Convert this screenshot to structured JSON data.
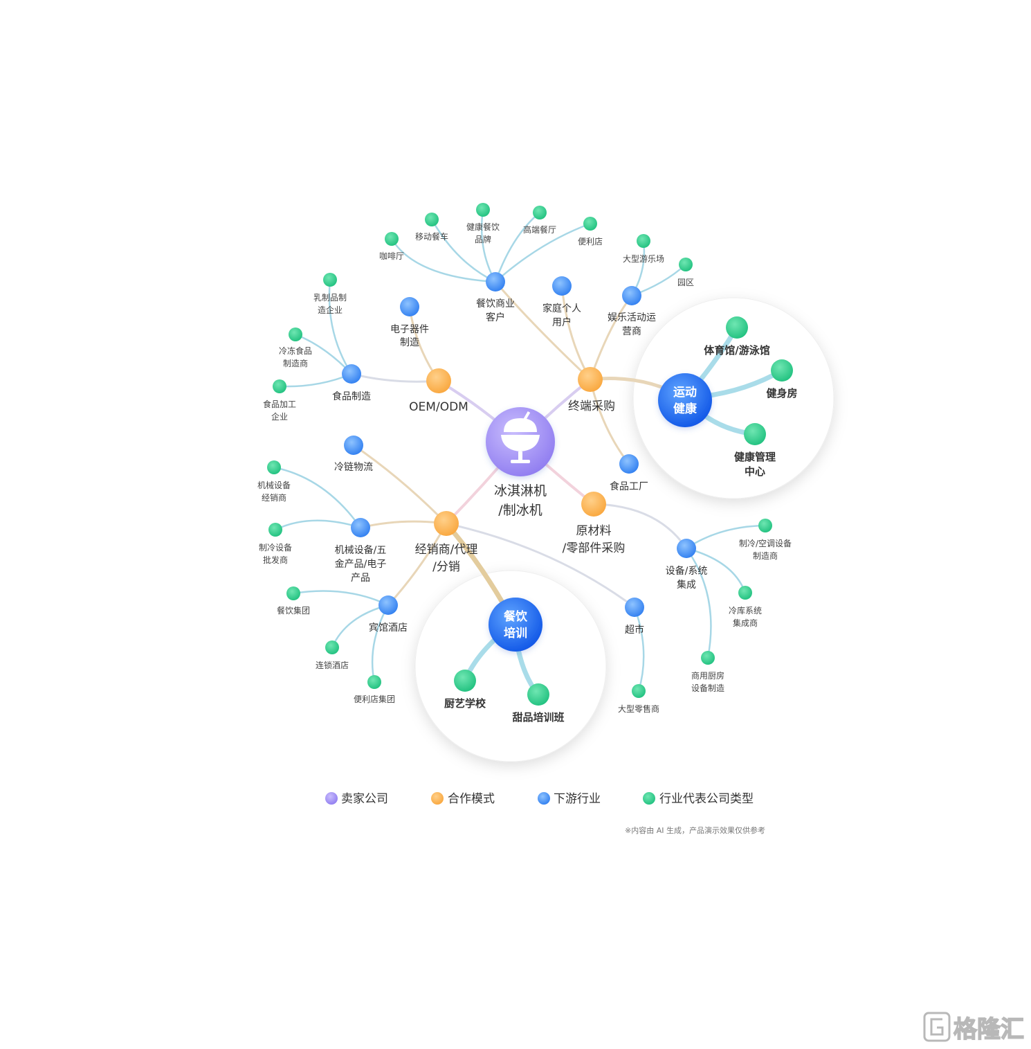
{
  "center": {
    "line1": "冰淇淋机",
    "line2": "/制冰机",
    "icon": "ice-cream-cup-icon"
  },
  "hubs": {
    "oem": "OEM/ODM",
    "terminal": "终端采购",
    "dealer": [
      "经销商/代理",
      "/分销"
    ],
    "raw": [
      "原材料",
      "/零部件采购"
    ]
  },
  "downstream": {
    "electronics": [
      "电子器件",
      "制造"
    ],
    "food_mfg": "食品制造",
    "catering": [
      "餐饮商业",
      "客户"
    ],
    "household": [
      "家庭个人",
      "用户"
    ],
    "entertainment": [
      "娱乐活动运",
      "营商"
    ],
    "food_factory": "食品工厂",
    "cold_chain": "冷链物流",
    "machinery": [
      "机械设备/五",
      "金产品/电子",
      "产品"
    ],
    "hotel": "宾馆酒店",
    "supermarket": "超市",
    "equipment": [
      "设备/系统",
      "集成"
    ]
  },
  "representatives": {
    "dairy": [
      "乳制品制",
      "造企业"
    ],
    "frozen": [
      "冷冻食品",
      "制造商"
    ],
    "food_processing": [
      "食品加工",
      "企业"
    ],
    "cafe": "咖啡厅",
    "food_truck": "移动餐车",
    "healthy_brand": [
      "健康餐饮",
      "品牌"
    ],
    "high_end": "高端餐厅",
    "convenience": "便利店",
    "amusement_park": "大型游乐场",
    "park": "园区",
    "machinery_dealer": [
      "机械设备",
      "经销商"
    ],
    "refrig_wholesale": [
      "制冷设备",
      "批发商"
    ],
    "catering_group": "餐饮集团",
    "chain_hotel": "连锁酒店",
    "convenience_group": "便利店集团",
    "large_retail": "大型零售商",
    "hvac_mfg": [
      "制冷/空调设备",
      "制造商"
    ],
    "cold_storage": [
      "冷库系统",
      "集成商"
    ],
    "kitchen_equipment": [
      "商用厨房",
      "设备制造"
    ]
  },
  "highlights": {
    "sports": {
      "title": [
        "运动",
        "健康"
      ],
      "items": {
        "gym_pool": "体育馆/游泳馆",
        "gym": "健身房",
        "health_center": [
          "健康管理",
          "中心"
        ]
      }
    },
    "catering_training": {
      "title": [
        "餐饮",
        "培训"
      ],
      "items": {
        "cooking_school": "厨艺学校",
        "dessert_class": "甜品培训班"
      }
    }
  },
  "legend": [
    {
      "label": "卖家公司",
      "color": "#a99bf5"
    },
    {
      "label": "合作模式",
      "color": "#fbb352"
    },
    {
      "label": "下游行业",
      "color": "#3d8ff5"
    },
    {
      "label": "行业代表公司类型",
      "color": "#2fcf8a"
    }
  ],
  "disclaimer": "※内容由 AI 生成，产品演示效果仅供参考",
  "watermark": "格隆汇",
  "colors": {
    "purple": "#9b8cf4",
    "orange": "#fbb352",
    "blue": "#3d8ff5",
    "green": "#2fcf8a",
    "deep_blue": "#1a66f0"
  }
}
